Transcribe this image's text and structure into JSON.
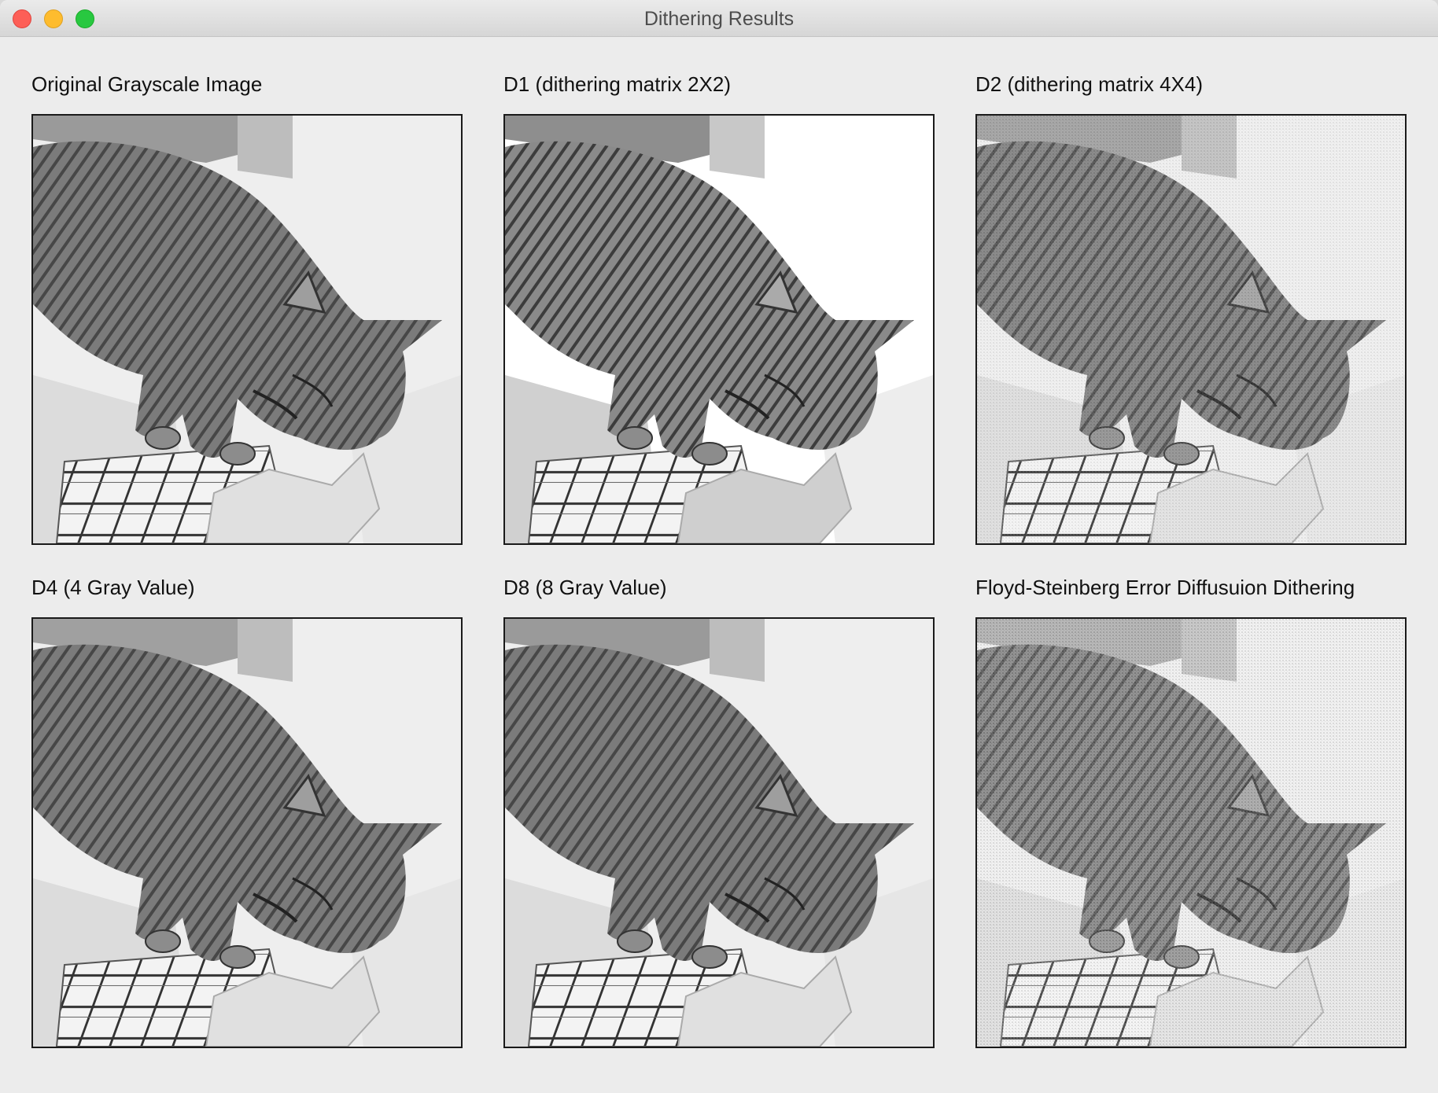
{
  "window": {
    "title": "Dithering Results"
  },
  "panels": [
    {
      "label": "Original Grayscale Image",
      "mode": "original"
    },
    {
      "label": "D1 (dithering matrix 2X2)",
      "mode": "d1"
    },
    {
      "label": "D2 (dithering matrix 4X4)",
      "mode": "d2"
    },
    {
      "label": "D4 (4 Gray Value)",
      "mode": "d4"
    },
    {
      "label": "D8 (8 Gray Value)",
      "mode": "d8"
    },
    {
      "label": "Floyd-Steinberg Error Diffusuion Dithering",
      "mode": "fs"
    }
  ]
}
